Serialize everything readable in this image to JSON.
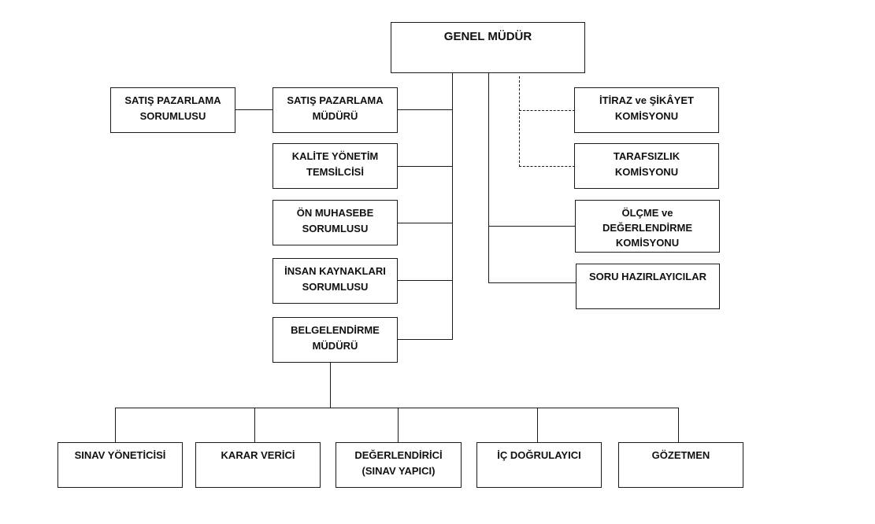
{
  "chart": {
    "root": "GENEL MÜDÜR",
    "left_branch": {
      "satis_pazarlama_sorumlusu": "SATIŞ PAZARLAMA\nSORUMLUSU",
      "satis_pazarlama_muduru": "SATIŞ PAZARLAMA\nMÜDÜRÜ",
      "kalite_yonetim_temsilcisi": "KALİTE YÖNETİM\nTEMSİLCİSİ",
      "on_muhasebe_sorumlusu": "ÖN MUHASEBE\nSORUMLUSU",
      "insan_kaynaklari_sorumlusu": "İNSAN KAYNAKLARI\nSORUMLUSU",
      "belgelendirme_muduru": "BELGELENDİRME\nMÜDÜRÜ"
    },
    "right_branch": {
      "itiraz_sikayet_komisyonu": "İTİRAZ ve ŞİKÂYET\nKOMİSYONU",
      "tarafsizlik_komisyonu": "TARAFSIZLIK\nKOMİSYONU",
      "olcme_degerlendirme_komisyonu": "ÖLÇME ve\nDEĞERLENDİRME\nKOMİSYONU",
      "soru_hazirlayicilar": "SORU HAZIRLAYICILAR"
    },
    "bottom_branch": {
      "sinav_yoneticisi": "SINAV YÖNETİCİSİ",
      "karar_verici": "KARAR VERİCİ",
      "degerlendirici": "DEĞERLENDİRİCİ\n(SINAV YAPICI)",
      "ic_dogrulayici": "İÇ DOĞRULAYICI",
      "gozetmen": "GÖZETMEN"
    }
  }
}
